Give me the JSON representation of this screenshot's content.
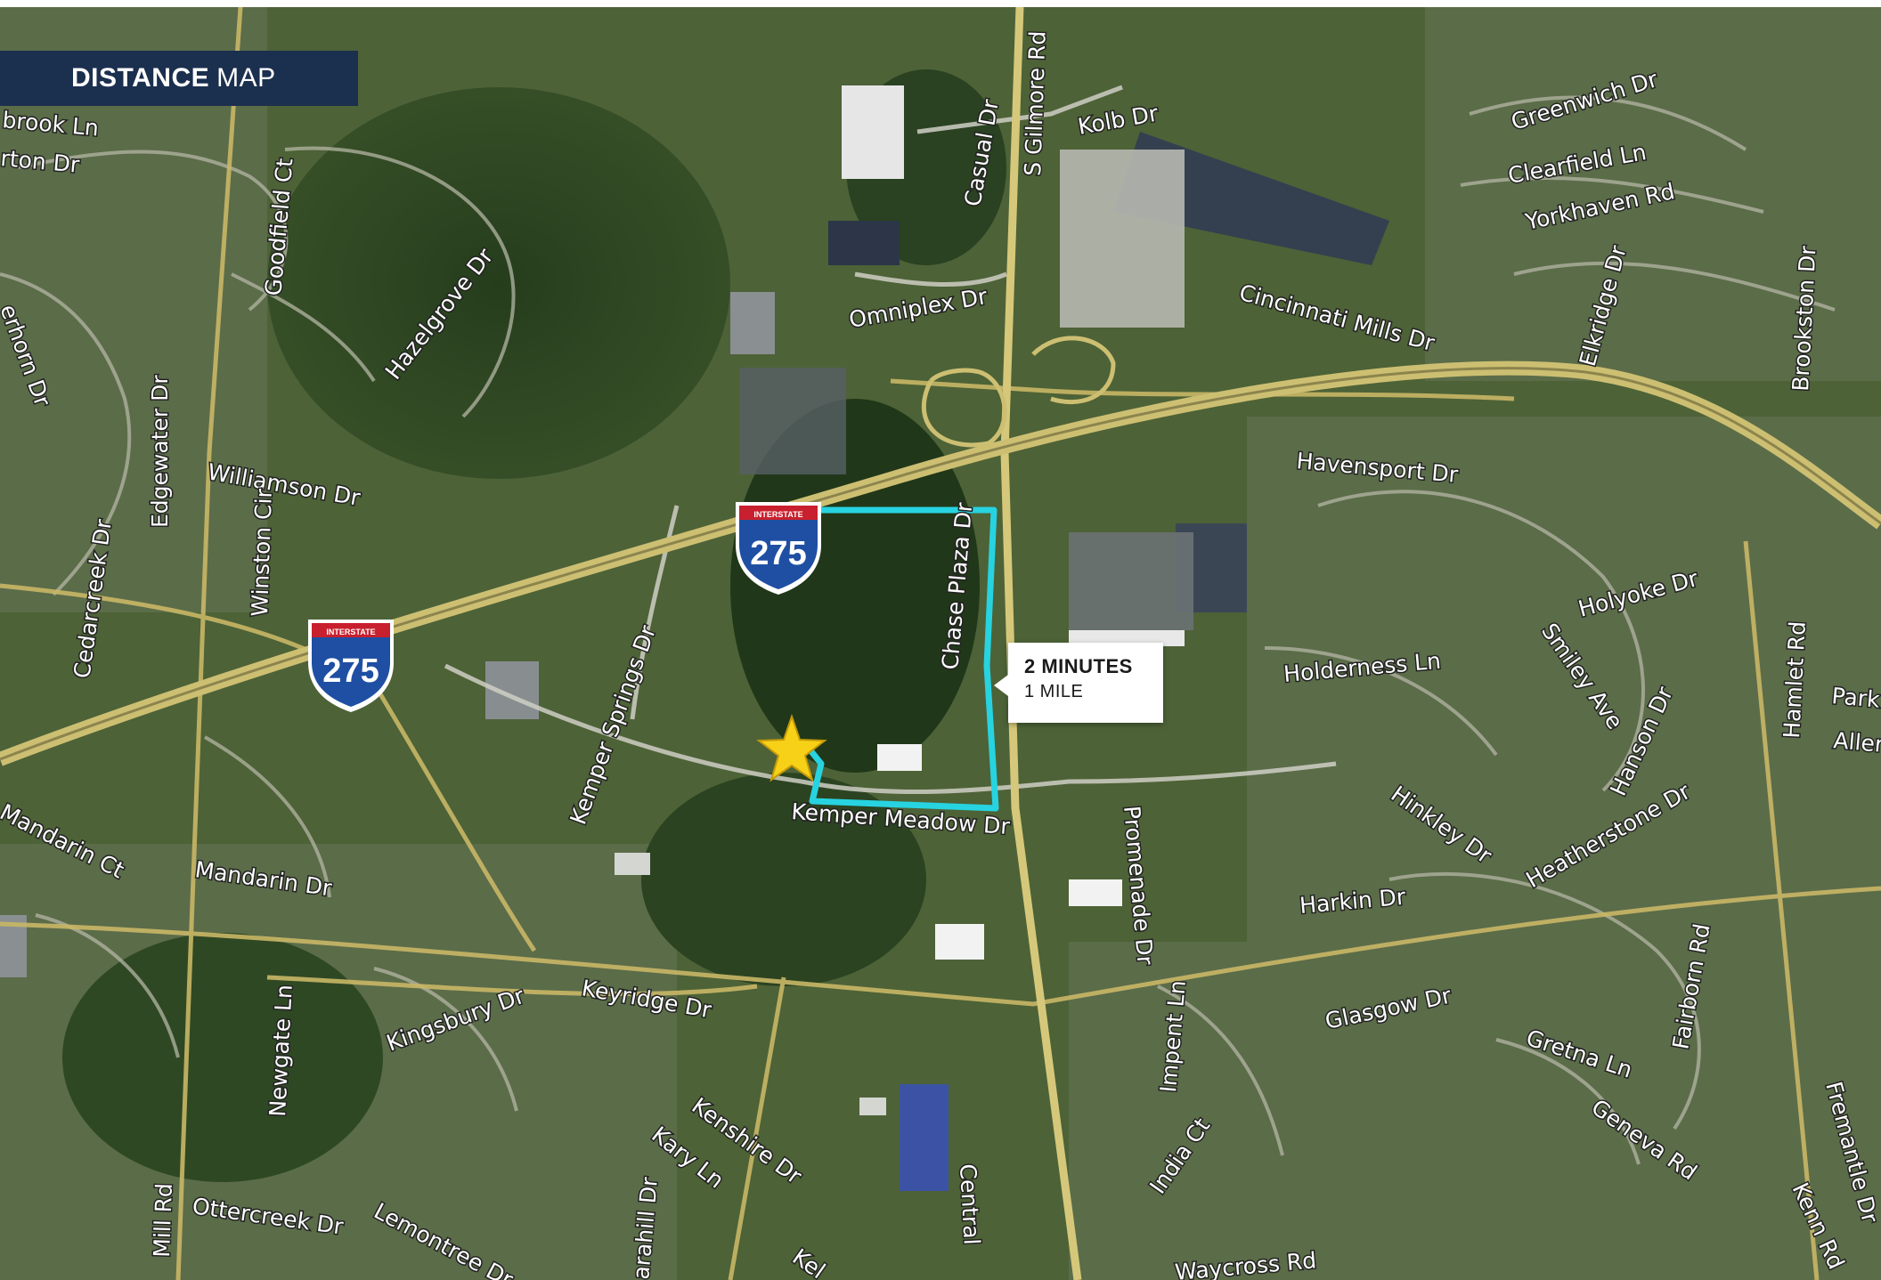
{
  "title": {
    "bold": "DISTANCE",
    "light": "MAP"
  },
  "callout": {
    "line1": "2 MINUTES",
    "line2": "1 MILE"
  },
  "shields": [
    {
      "id": "shield-1",
      "top_label": "INTERSTATE",
      "number": "275"
    },
    {
      "id": "shield-2",
      "top_label": "INTERSTATE",
      "number": "275"
    }
  ],
  "colors": {
    "banner": "#1b2f4f",
    "route": "#27d3e0",
    "star": "#f7d117",
    "shield_blue": "#1f4fa3",
    "shield_red": "#c8202e"
  },
  "streets": [
    {
      "key": "s_brook",
      "name": "brook Ln"
    },
    {
      "key": "s_rton",
      "name": "rton Dr"
    },
    {
      "key": "s_goodfield_ct",
      "name": "Goodfield Ct"
    },
    {
      "key": "s_hazelgrove",
      "name": "Hazelgrove Dr"
    },
    {
      "key": "s_erhorn",
      "name": "erhorn Dr"
    },
    {
      "key": "s_edgewater",
      "name": "Edgewater Dr"
    },
    {
      "key": "s_williamson",
      "name": "Williamson Dr"
    },
    {
      "key": "s_cedarcreek",
      "name": "Cedarcreek Dr"
    },
    {
      "key": "s_winston",
      "name": "Winston Cir"
    },
    {
      "key": "s_kemper_springs",
      "name": "Kemper Springs Dr"
    },
    {
      "key": "s_mandarin_ct",
      "name": "Mandarin Ct"
    },
    {
      "key": "s_mandarin_dr",
      "name": "Mandarin Dr"
    },
    {
      "key": "s_kemper_meadow",
      "name": "Kemper Meadow Dr"
    },
    {
      "key": "s_kingsbury",
      "name": "Kingsbury Dr"
    },
    {
      "key": "s_keyridge",
      "name": "Keyridge Dr"
    },
    {
      "key": "s_newgate",
      "name": "Newgate Ln"
    },
    {
      "key": "s_kenshire",
      "name": "Kenshire Dr"
    },
    {
      "key": "s_kary",
      "name": "Kary Ln"
    },
    {
      "key": "s_central",
      "name": "Central"
    },
    {
      "key": "s_mill",
      "name": "Mill Rd"
    },
    {
      "key": "s_ottercreek",
      "name": "Ottercreek Dr"
    },
    {
      "key": "s_lemontree",
      "name": "Lemontree Dr"
    },
    {
      "key": "s_arahill",
      "name": "arahill Dr"
    },
    {
      "key": "s_kel",
      "name": "Kel"
    },
    {
      "key": "s_casual",
      "name": "Casual Dr"
    },
    {
      "key": "s_gilmore",
      "name": "S Gilmore Rd"
    },
    {
      "key": "s_kolb",
      "name": "Kolb Dr"
    },
    {
      "key": "s_omniplex",
      "name": "Omniplex Dr"
    },
    {
      "key": "s_cincinnati_mills",
      "name": "Cincinnati Mills Dr"
    },
    {
      "key": "s_chase_plaza",
      "name": "Chase Plaza Dr"
    },
    {
      "key": "s_greenwich",
      "name": "Greenwich Dr"
    },
    {
      "key": "s_clearfield",
      "name": "Clearfield Ln"
    },
    {
      "key": "s_yorkhaven",
      "name": "Yorkhaven Rd"
    },
    {
      "key": "s_elkridge",
      "name": "Elkridge Dr"
    },
    {
      "key": "s_brookston",
      "name": "Brookston Dr"
    },
    {
      "key": "s_havensport",
      "name": "Havensport Dr"
    },
    {
      "key": "s_holyoke",
      "name": "Holyoke Dr"
    },
    {
      "key": "s_holderness",
      "name": "Holderness Ln"
    },
    {
      "key": "s_smiley",
      "name": "Smiley Ave"
    },
    {
      "key": "s_hanson",
      "name": "Hanson Dr"
    },
    {
      "key": "s_hamlet",
      "name": "Hamlet Rd"
    },
    {
      "key": "s_park",
      "name": "Park"
    },
    {
      "key": "s_aller",
      "name": "Aller"
    },
    {
      "key": "s_hinkley",
      "name": "Hinkley Dr"
    },
    {
      "key": "s_heatherstone",
      "name": "Heatherstone Dr"
    },
    {
      "key": "s_harkin",
      "name": "Harkin Dr"
    },
    {
      "key": "s_promenade",
      "name": "Promenade Dr"
    },
    {
      "key": "s_impent",
      "name": "Impent Ln"
    },
    {
      "key": "s_glasgow",
      "name": "Glasgow Dr"
    },
    {
      "key": "s_gretna",
      "name": "Gretna Ln"
    },
    {
      "key": "s_fairborn",
      "name": "Fairborn Rd"
    },
    {
      "key": "s_geneva",
      "name": "Geneva Rd"
    },
    {
      "key": "s_india",
      "name": "India Ct"
    },
    {
      "key": "s_fremantle",
      "name": "Fremantle Dr"
    },
    {
      "key": "s_kenn",
      "name": "Kenn Rd"
    },
    {
      "key": "s_waycross",
      "name": "Waycross Rd"
    }
  ]
}
